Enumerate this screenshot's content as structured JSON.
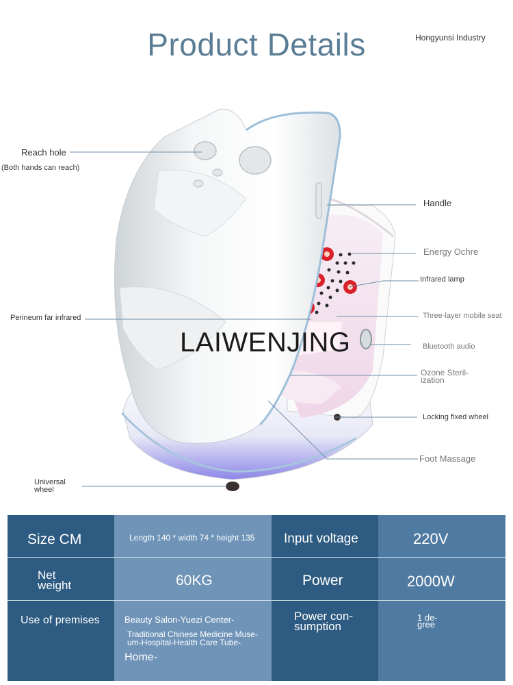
{
  "header": {
    "title": "Product Details",
    "brand": "Hongyunsi Industry"
  },
  "watermark": "LAIWENJING",
  "callouts": {
    "reach_hole": "Reach hole",
    "reach_hole_note": "(Both hands can reach)",
    "handle": "Handle",
    "energy_ochre": "Energy Ochre",
    "infrared_lamp": "Infrared lamp",
    "perineum": "Perineum far infrared",
    "three_layer": "Three-layer mobile seat",
    "bluetooth": "Bluetooth audio",
    "ozone_1": "Ozone Steril-",
    "ozone_2": "ization",
    "locking_wheel": "Locking fixed wheel",
    "foot_massage": "Foot Massage",
    "universal_1": "Universal",
    "universal_2": "wheel"
  },
  "specs": {
    "size_label": "Size CM",
    "size_value": "Length 140 * width 74 * height 135",
    "voltage_label": "Input voltage",
    "voltage_value": "220V",
    "weight_label_1": "Net",
    "weight_label_2": "weight",
    "weight_value": "60KG",
    "power_label": "Power",
    "power_value": "2000W",
    "premises_label": "Use of premises",
    "premises_value_1": "Beauty Salon-Yuezi Center-",
    "premises_value_2": "Traditional Chinese Medicine Muse-",
    "premises_value_3": "um-Hospital-Health Care Tube-",
    "premises_value_4": "Home-",
    "consumption_label_1": "Power con-",
    "consumption_label_2": "sumption",
    "consumption_value_1": "1 de-",
    "consumption_value_2": "gree"
  },
  "colors": {
    "title": "#5a7d95",
    "table_dark": "#2d5b81",
    "table_mid": "#4f7aa1",
    "table_light": "#6f94b8",
    "leader_line": "#6f8ea6"
  }
}
